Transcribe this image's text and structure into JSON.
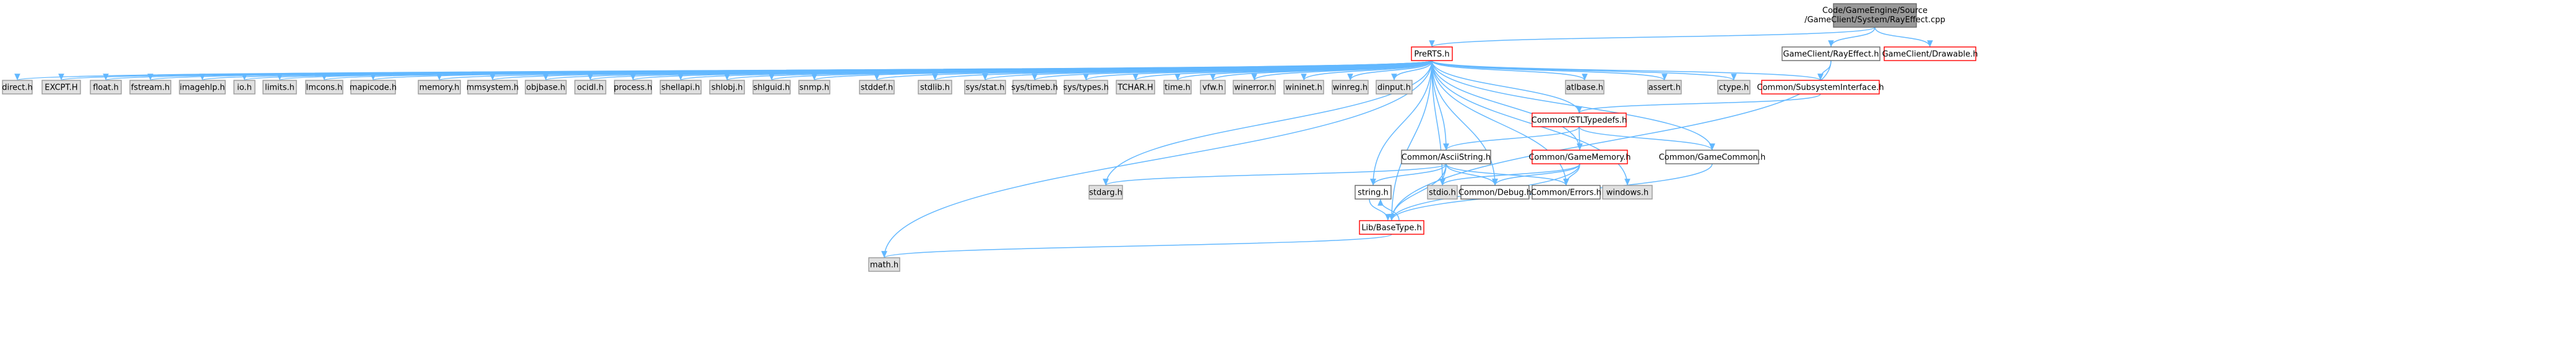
{
  "graph": {
    "root": {
      "lines": [
        "Code/GameEngine/Source",
        "/GameClient/System/RayEffect.cpp"
      ]
    },
    "nodes": [
      {
        "id": "prerts",
        "label": "PreRTS.h",
        "style": "red"
      },
      {
        "id": "grayeffect",
        "label": "GameClient/RayEffect.h",
        "style": "white"
      },
      {
        "id": "gdrawable",
        "label": "GameClient/Drawable.h",
        "style": "red"
      },
      {
        "id": "direct",
        "label": "direct.h",
        "style": "gray"
      },
      {
        "id": "excpt",
        "label": "EXCPT.H",
        "style": "gray"
      },
      {
        "id": "float",
        "label": "float.h",
        "style": "gray"
      },
      {
        "id": "fstream",
        "label": "fstream.h",
        "style": "gray"
      },
      {
        "id": "imagehlp",
        "label": "imagehlp.h",
        "style": "gray"
      },
      {
        "id": "io",
        "label": "io.h",
        "style": "gray"
      },
      {
        "id": "limits",
        "label": "limits.h",
        "style": "gray"
      },
      {
        "id": "lmcons",
        "label": "lmcons.h",
        "style": "gray"
      },
      {
        "id": "mapicode",
        "label": "mapicode.h",
        "style": "gray"
      },
      {
        "id": "memory",
        "label": "memory.h",
        "style": "gray"
      },
      {
        "id": "mmsystem",
        "label": "mmsystem.h",
        "style": "gray"
      },
      {
        "id": "objbase",
        "label": "objbase.h",
        "style": "gray"
      },
      {
        "id": "ocidl",
        "label": "ocidl.h",
        "style": "gray"
      },
      {
        "id": "process",
        "label": "process.h",
        "style": "gray"
      },
      {
        "id": "shellapi",
        "label": "shellapi.h",
        "style": "gray"
      },
      {
        "id": "shlobj",
        "label": "shlobj.h",
        "style": "gray"
      },
      {
        "id": "shlguid",
        "label": "shlguid.h",
        "style": "gray"
      },
      {
        "id": "snmp",
        "label": "snmp.h",
        "style": "gray"
      },
      {
        "id": "stddef",
        "label": "stddef.h",
        "style": "gray"
      },
      {
        "id": "stdlib",
        "label": "stdlib.h",
        "style": "gray"
      },
      {
        "id": "sysstat",
        "label": "sys/stat.h",
        "style": "gray"
      },
      {
        "id": "systimeb",
        "label": "sys/timeb.h",
        "style": "gray"
      },
      {
        "id": "systypes",
        "label": "sys/types.h",
        "style": "gray"
      },
      {
        "id": "tchar",
        "label": "TCHAR.H",
        "style": "gray"
      },
      {
        "id": "time",
        "label": "time.h",
        "style": "gray"
      },
      {
        "id": "vfw",
        "label": "vfw.h",
        "style": "gray"
      },
      {
        "id": "winerror",
        "label": "winerror.h",
        "style": "gray"
      },
      {
        "id": "wininet",
        "label": "wininet.h",
        "style": "gray"
      },
      {
        "id": "winreg",
        "label": "winreg.h",
        "style": "gray"
      },
      {
        "id": "dinput",
        "label": "dinput.h",
        "style": "gray"
      },
      {
        "id": "atlbase",
        "label": "atlbase.h",
        "style": "gray"
      },
      {
        "id": "assert",
        "label": "assert.h",
        "style": "gray"
      },
      {
        "id": "ctype",
        "label": "ctype.h",
        "style": "gray"
      },
      {
        "id": "subsys",
        "label": "Common/SubsystemInterface.h",
        "style": "red"
      },
      {
        "id": "stltypedefs",
        "label": "Common/STLTypedefs.h",
        "style": "red"
      },
      {
        "id": "asciistring",
        "label": "Common/AsciiString.h",
        "style": "white"
      },
      {
        "id": "gamememory",
        "label": "Common/GameMemory.h",
        "style": "red"
      },
      {
        "id": "gamecommon",
        "label": "Common/GameCommon.h",
        "style": "white"
      },
      {
        "id": "stdarg",
        "label": "stdarg.h",
        "style": "gray"
      },
      {
        "id": "string",
        "label": "string.h",
        "style": "white"
      },
      {
        "id": "stdio",
        "label": "stdio.h",
        "style": "gray"
      },
      {
        "id": "debug",
        "label": "Common/Debug.h",
        "style": "white"
      },
      {
        "id": "errors",
        "label": "Common/Errors.h",
        "style": "white"
      },
      {
        "id": "windows",
        "label": "windows.h",
        "style": "gray"
      },
      {
        "id": "basetype",
        "label": "Lib/BaseType.h",
        "style": "red"
      },
      {
        "id": "math",
        "label": "math.h",
        "style": "gray"
      }
    ],
    "edges": [
      [
        "root",
        "prerts"
      ],
      [
        "root",
        "grayeffect"
      ],
      [
        "root",
        "gdrawable"
      ],
      [
        "grayeffect",
        "subsys"
      ],
      [
        "grayeffect",
        "basetype"
      ],
      [
        "prerts",
        "direct"
      ],
      [
        "prerts",
        "excpt"
      ],
      [
        "prerts",
        "float"
      ],
      [
        "prerts",
        "fstream"
      ],
      [
        "prerts",
        "imagehlp"
      ],
      [
        "prerts",
        "io"
      ],
      [
        "prerts",
        "limits"
      ],
      [
        "prerts",
        "lmcons"
      ],
      [
        "prerts",
        "mapicode"
      ],
      [
        "prerts",
        "memory"
      ],
      [
        "prerts",
        "mmsystem"
      ],
      [
        "prerts",
        "objbase"
      ],
      [
        "prerts",
        "ocidl"
      ],
      [
        "prerts",
        "process"
      ],
      [
        "prerts",
        "shellapi"
      ],
      [
        "prerts",
        "shlobj"
      ],
      [
        "prerts",
        "shlguid"
      ],
      [
        "prerts",
        "snmp"
      ],
      [
        "prerts",
        "stddef"
      ],
      [
        "prerts",
        "stdlib"
      ],
      [
        "prerts",
        "sysstat"
      ],
      [
        "prerts",
        "systimeb"
      ],
      [
        "prerts",
        "systypes"
      ],
      [
        "prerts",
        "tchar"
      ],
      [
        "prerts",
        "time"
      ],
      [
        "prerts",
        "vfw"
      ],
      [
        "prerts",
        "winerror"
      ],
      [
        "prerts",
        "wininet"
      ],
      [
        "prerts",
        "winreg"
      ],
      [
        "prerts",
        "dinput"
      ],
      [
        "prerts",
        "atlbase"
      ],
      [
        "prerts",
        "assert"
      ],
      [
        "prerts",
        "ctype"
      ],
      [
        "prerts",
        "subsys"
      ],
      [
        "prerts",
        "stltypedefs"
      ],
      [
        "prerts",
        "asciistring"
      ],
      [
        "prerts",
        "gamememory"
      ],
      [
        "prerts",
        "gamecommon"
      ],
      [
        "prerts",
        "stdarg"
      ],
      [
        "prerts",
        "string"
      ],
      [
        "prerts",
        "stdio"
      ],
      [
        "prerts",
        "debug"
      ],
      [
        "prerts",
        "errors"
      ],
      [
        "prerts",
        "windows"
      ],
      [
        "prerts",
        "basetype"
      ],
      [
        "prerts",
        "math"
      ],
      [
        "subsys",
        "stltypedefs"
      ],
      [
        "stltypedefs",
        "asciistring"
      ],
      [
        "stltypedefs",
        "gamememory"
      ],
      [
        "stltypedefs",
        "gamecommon"
      ],
      [
        "asciistring",
        "stdarg"
      ],
      [
        "asciistring",
        "string"
      ],
      [
        "asciistring",
        "stdio"
      ],
      [
        "asciistring",
        "debug"
      ],
      [
        "asciistring",
        "errors"
      ],
      [
        "asciistring",
        "basetype"
      ],
      [
        "gamememory",
        "stdio"
      ],
      [
        "gamememory",
        "debug"
      ],
      [
        "gamememory",
        "errors"
      ],
      [
        "gamememory",
        "basetype"
      ],
      [
        "gamecommon",
        "basetype"
      ],
      [
        "string",
        "basetype"
      ],
      [
        "basetype",
        "string"
      ],
      [
        "basetype",
        "math"
      ]
    ]
  },
  "colors": {
    "edge": "#63b8ff",
    "red_border": "#ff0000",
    "gray_fill": "#e0e0e0",
    "gray_border": "#999999",
    "root_fill": "#999999",
    "root_border": "#666666",
    "white_border": "#666666"
  }
}
